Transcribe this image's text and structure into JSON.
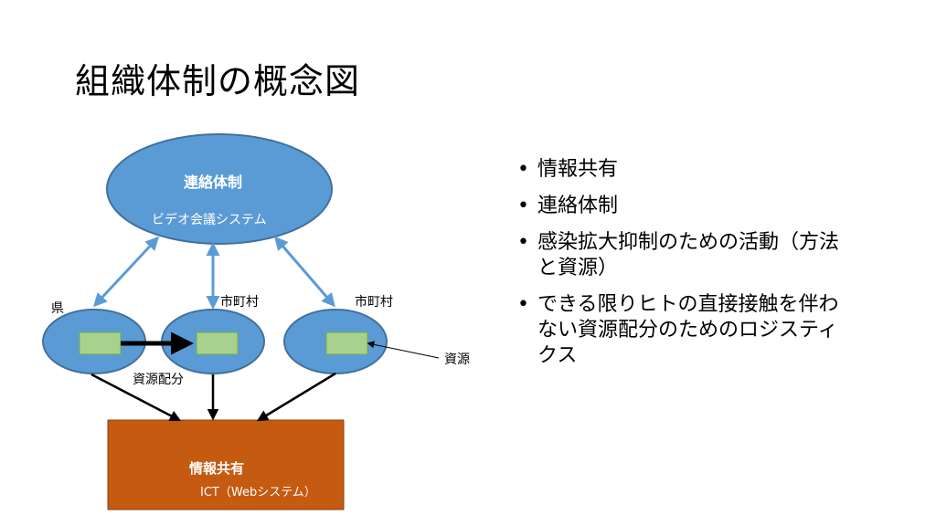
{
  "slide": {
    "title": "組織体制の概念図"
  },
  "diagram": {
    "top_ellipse": {
      "title": "連絡体制",
      "subtitle": "ビデオ会議システム"
    },
    "prefecture_label": "県",
    "municipality_labels": [
      "市町村",
      "市町村"
    ],
    "resource_label": "資源",
    "allocation_label": "資源配分",
    "bottom_box": {
      "title": "情報共有",
      "subtitle": "ICT（Webシステム）"
    },
    "colors": {
      "ellipse_fill": "#5b9bd5",
      "ellipse_stroke": "#41719c",
      "resource_fill": "#a9d18e",
      "box_fill": "#c55a11",
      "link_arrow": "#5b9bd5",
      "flow_arrow": "#000000"
    }
  },
  "bullets": [
    "情報共有",
    "連絡体制",
    "感染拡大抑制のための活動（方法と資源）",
    "できる限りヒトの直接接触を伴わない資源配分のためのロジスティクス"
  ]
}
